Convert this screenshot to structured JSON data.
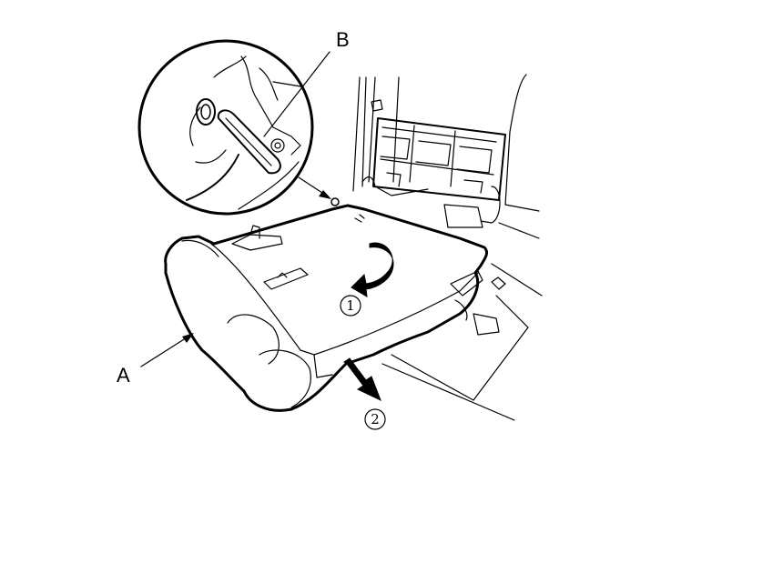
{
  "labels": {
    "part_a": "A",
    "part_b": "B",
    "step_1": "1",
    "step_2": "2"
  },
  "colors": {
    "line": "#000000",
    "background": "#ffffff"
  },
  "icons": {
    "step_1_arrow": "curved-rotate-arrow-icon",
    "step_2_arrow": "pull-out-arrow-icon"
  }
}
